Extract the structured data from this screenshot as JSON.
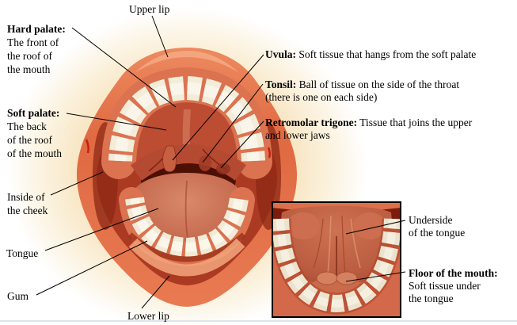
{
  "labels": {
    "upper_lip": {
      "title": "Upper lip"
    },
    "hard_palate": {
      "title": "Hard palate:",
      "desc_lines": [
        "The front of",
        "the roof of",
        "the mouth"
      ]
    },
    "soft_palate": {
      "title": "Soft palate:",
      "desc_lines": [
        "The back",
        "of the roof",
        "of the mouth"
      ]
    },
    "inside_cheek": {
      "title_lines": [
        "Inside of",
        "the cheek"
      ]
    },
    "tongue": {
      "title": "Tongue"
    },
    "gum": {
      "title": "Gum"
    },
    "lower_lip": {
      "title": "Lower lip"
    },
    "uvula": {
      "title": "Uvula:",
      "desc": "Soft tissue that hangs from the soft palate"
    },
    "tonsil": {
      "title": "Tonsil:",
      "desc_line1": "Ball of tissue on the side of the throat",
      "desc_line2": "(there is one on each side)"
    },
    "retromolar_trigone": {
      "title": "Retromolar trigone:",
      "desc_line1": "Tissue that joins the upper",
      "desc_line2": "and lower jaws"
    },
    "underside_tongue": {
      "title_lines": [
        "Underside",
        "of the tongue"
      ]
    },
    "floor_of_mouth": {
      "title": "Floor of the mouth:",
      "desc_line1": "Soft tissue under",
      "desc_line2": "the tongue"
    }
  },
  "illustration_colors": {
    "skin_glow": "#f6dfb4",
    "lips": "#e06a42",
    "inner_mouth": "#ab3a22",
    "palate": "#bc4c32",
    "throat": "#4c1005",
    "tongue": "#c66a4e",
    "teeth": "#f2ecd9",
    "gums": "#db7350",
    "leader_line": "#000000",
    "bottom_rule": "#dde3ee",
    "inset_border": "#000000"
  }
}
